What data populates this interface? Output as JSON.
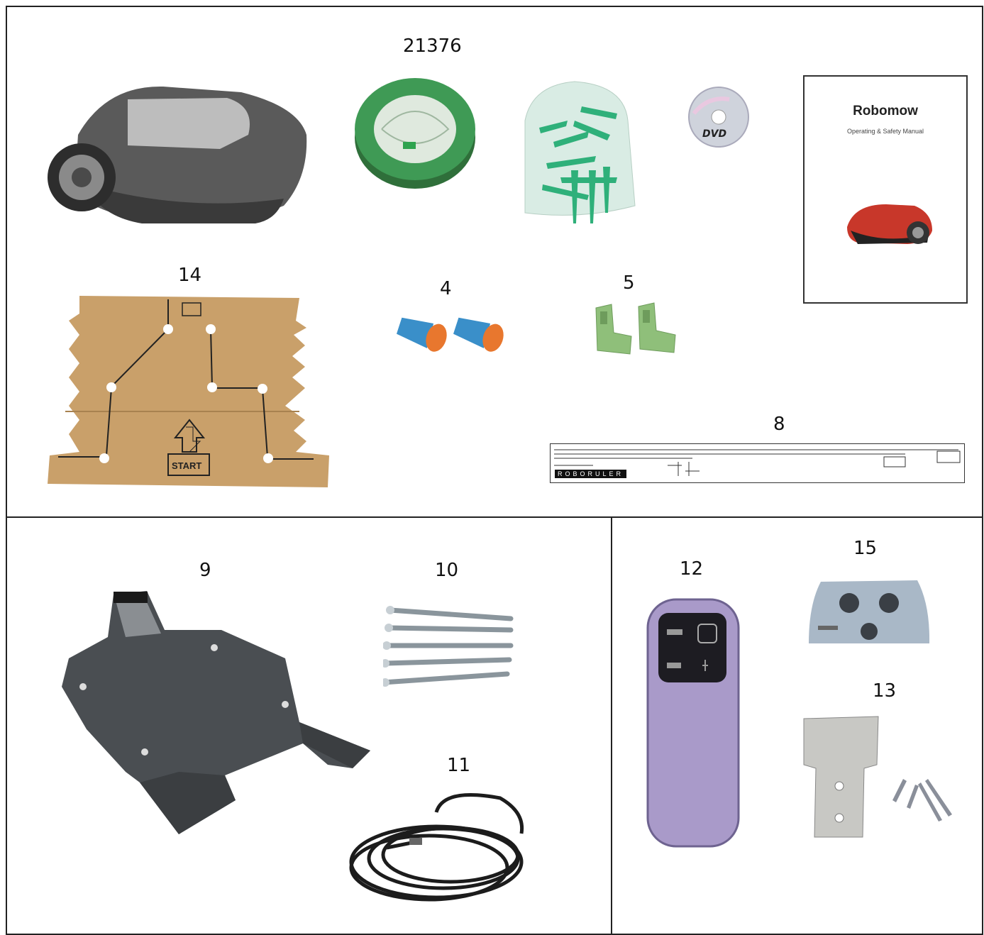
{
  "labels": {
    "wire": "21376",
    "manual_board": "14",
    "connectors": "4",
    "splices": "5",
    "ruler": "8",
    "base_station": "9",
    "screws": "10",
    "cable": "11",
    "remote": "12",
    "bracket": "13",
    "keypad": "15"
  },
  "manual": {
    "brand": "Robomow",
    "subtitle": "Operating & Safety Manual"
  },
  "board": {
    "start_text": "START"
  },
  "ruler": {
    "brand": "ROBORULER"
  },
  "dvd": {
    "text": "DVD"
  },
  "colors": {
    "cardboard": "#c9a06a",
    "wire_green": "#2f8f4f",
    "peg_green": "#2fb07a",
    "connector_blue": "#3a8fc9",
    "connector_orange": "#e8772e",
    "splice_green": "#8fbf7a",
    "remote_purple": "#a99ac9",
    "mower_red": "#c8372a"
  }
}
